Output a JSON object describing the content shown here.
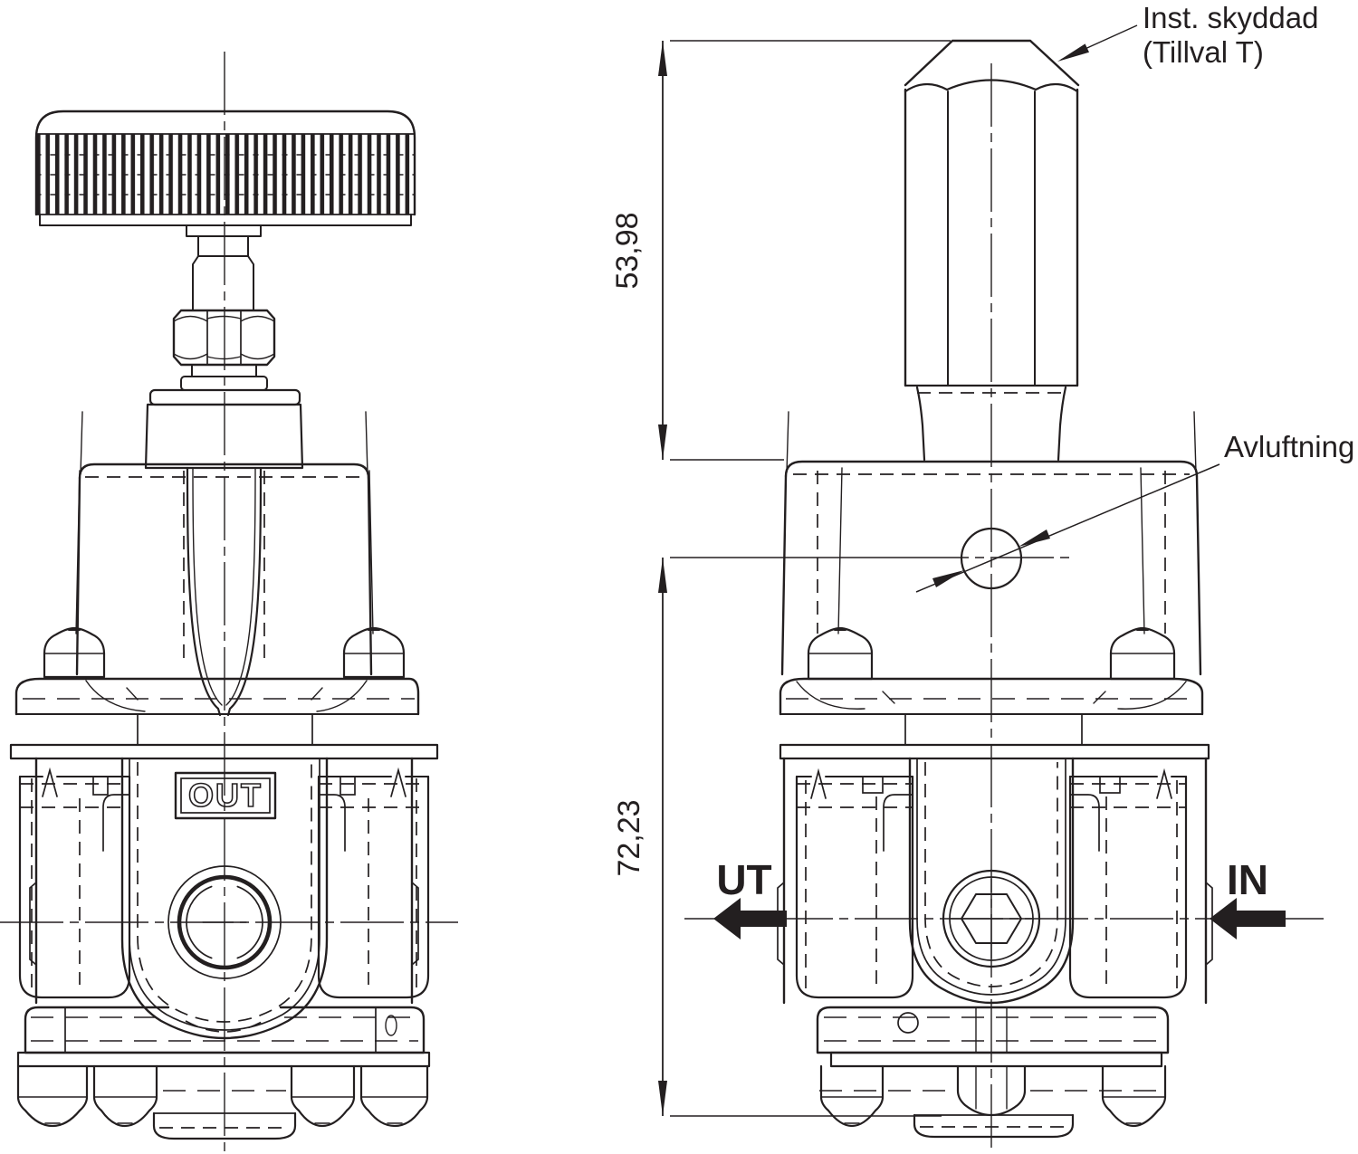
{
  "drawing": {
    "background": "#ffffff",
    "line_color": "#231f20",
    "annotations": {
      "protected_adjustment": {
        "line1": "Inst. skyddad",
        "line2": "(Tillval T)"
      },
      "vent_label": "Avluftning",
      "outlet_label": "UT",
      "inlet_label": "IN",
      "out_port_marking": "OUT"
    },
    "dimensions": {
      "cap_height": "53,98",
      "body_height": "72,23"
    }
  }
}
